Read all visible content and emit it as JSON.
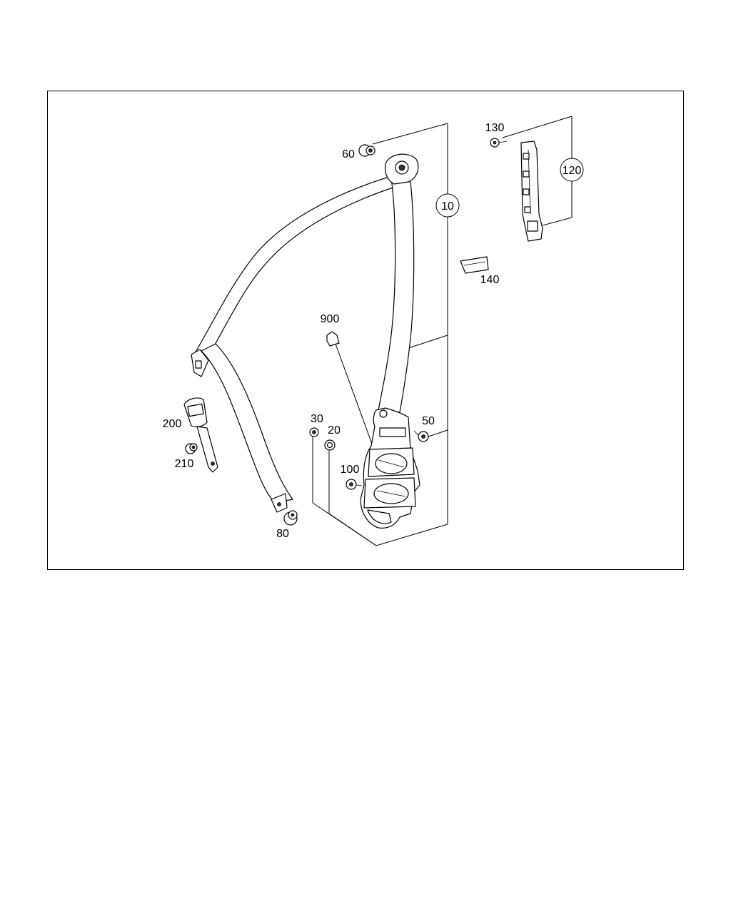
{
  "labels": {
    "p10": "10",
    "p20": "20",
    "p30": "30",
    "p50": "50",
    "p60": "60",
    "p80": "80",
    "p100": "100",
    "p120": "120",
    "p130": "130",
    "p140": "140",
    "p200": "200",
    "p210": "210",
    "p900": "900"
  }
}
